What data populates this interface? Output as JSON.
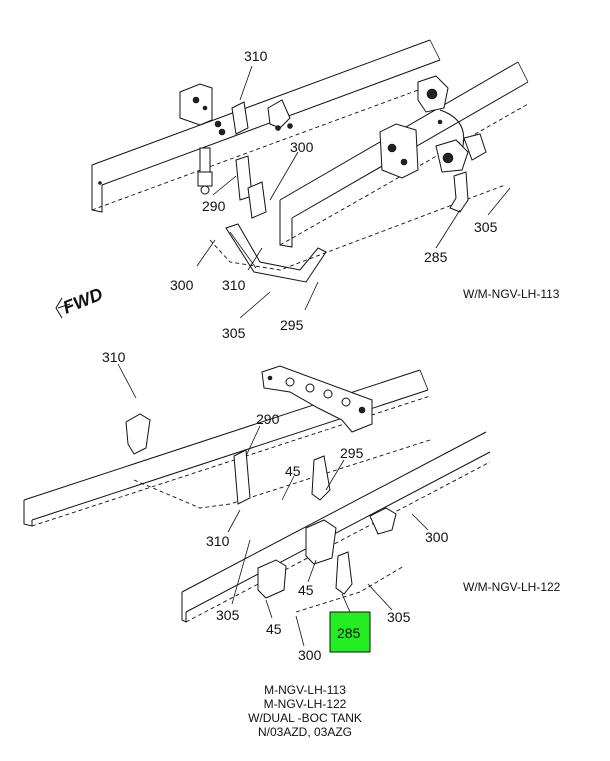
{
  "diagrams": [
    {
      "view_label": "W/M-NGV-LH-113",
      "fwd_label": "FWD",
      "callouts": [
        "310",
        "300",
        "290",
        "305",
        "285",
        "300",
        "310",
        "305",
        "295"
      ]
    },
    {
      "view_label": "W/M-NGV-LH-122",
      "callouts": [
        "310",
        "290",
        "295",
        "45",
        "310",
        "300",
        "45",
        "305",
        "45",
        "305",
        "300",
        "285"
      ]
    }
  ],
  "highlight": {
    "callout": "285",
    "color": "#22ee22"
  },
  "footer": {
    "lines": [
      "M-NGV-LH-113",
      "M-NGV-LH-122",
      "W/DUAL -BOC TANK",
      "N/03AZD, 03AZG"
    ]
  }
}
